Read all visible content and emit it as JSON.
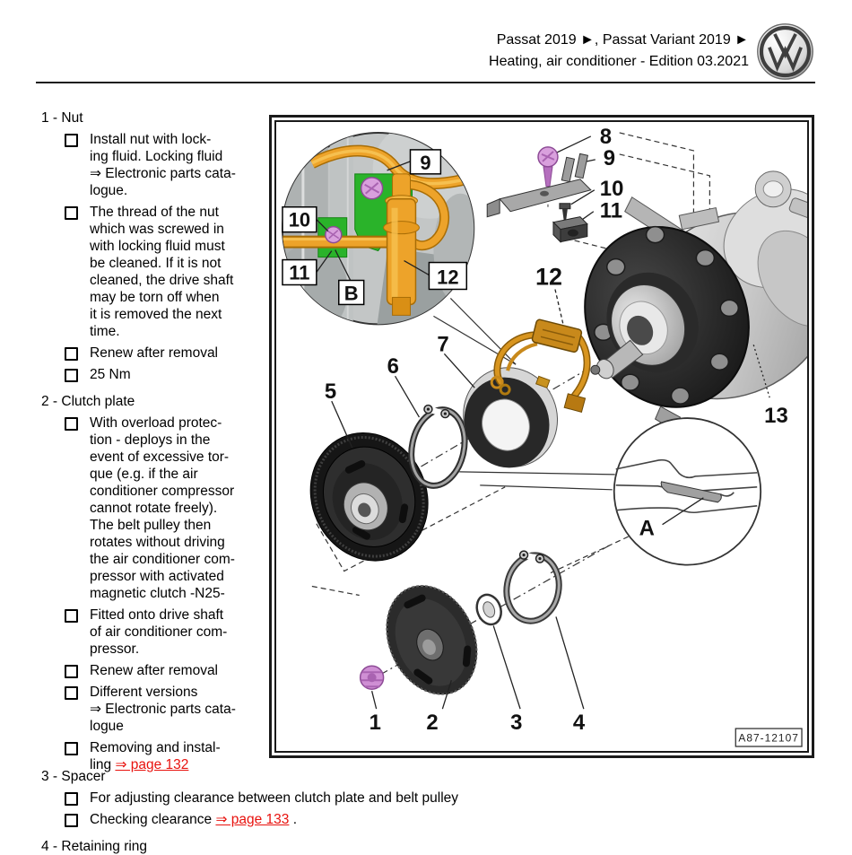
{
  "header": {
    "title_line1": "Passat 2019 ►, Passat Variant 2019 ►",
    "title_line2": "Heating, air conditioner - Edition 03.2021"
  },
  "parts_list": [
    {
      "heading": "1 - Nut",
      "items": [
        {
          "text": "Install nut with lock-\ning fluid. Locking fluid\n⇒ Electronic parts cata-\nlogue."
        },
        {
          "text": "The thread of the nut\nwhich was screwed in\nwith locking fluid must\nbe cleaned. If it is not\ncleaned, the drive shaft\nmay be torn off when\nit is removed the next\ntime."
        },
        {
          "text": "Renew after removal"
        },
        {
          "text": "25 Nm"
        }
      ]
    },
    {
      "heading": "2 - Clutch plate",
      "items": [
        {
          "text": "With overload protec-\ntion - deploys in the\nevent of excessive tor-\nque (e.g. if the air\nconditioner compressor\ncannot rotate freely).\nThe belt pulley then\nrotates without driving\nthe air conditioner com-\npressor with activated\nmagnetic clutch -N25-"
        },
        {
          "text": "Fitted onto drive shaft\nof air conditioner com-\npressor."
        },
        {
          "text": "Renew after removal"
        },
        {
          "text": "Different versions\n⇒ Electronic parts cata-\nlogue"
        },
        {
          "text": "Removing and instal-\nling ",
          "link": "⇒ page 132"
        }
      ]
    },
    {
      "heading": "3 - Spacer",
      "items": [
        {
          "text": "For adjusting clearance between clutch plate and belt pulley"
        },
        {
          "text": "Checking clearance ",
          "link": "⇒ page 133",
          "suffix": " ."
        }
      ]
    },
    {
      "heading": "4 - Retaining ring",
      "items": []
    }
  ],
  "diagram": {
    "ref_label": "A87-12107",
    "callouts": {
      "inset_9": "9",
      "inset_10": "10",
      "inset_11": "11",
      "inset_b": "B",
      "inset_12": "12",
      "top_8": "8",
      "top_9": "9",
      "top_10": "10",
      "top_11": "11",
      "harness_12": "12",
      "compressor_13": "13",
      "pulley_5": "5",
      "ring_6": "6",
      "coil_7": "7",
      "nut_1": "1",
      "plate_2": "2",
      "spacer_3": "3",
      "ring_4": "4",
      "groove_a": "A"
    },
    "colors": {
      "green": "#2ab32a",
      "orange": "#eda32a",
      "purple": "#cf8fd4",
      "harness_gold": "#c8891b",
      "link_red": "#e8120e"
    }
  }
}
